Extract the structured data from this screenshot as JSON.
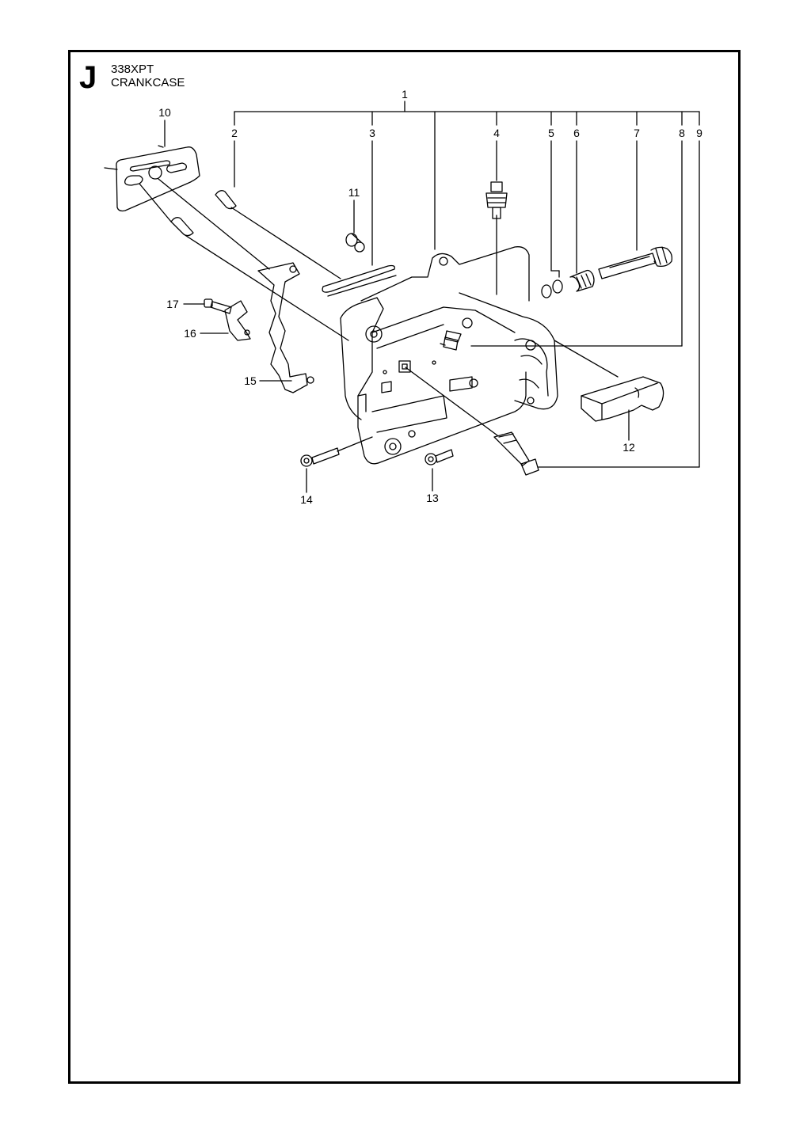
{
  "header": {
    "section_letter": "J",
    "model": "338XPT",
    "title": "CRANKCASE"
  },
  "callouts": [
    {
      "id": "c1",
      "label": "1"
    },
    {
      "id": "c2",
      "label": "2"
    },
    {
      "id": "c3",
      "label": "3"
    },
    {
      "id": "c4",
      "label": "4"
    },
    {
      "id": "c5",
      "label": "5"
    },
    {
      "id": "c6",
      "label": "6"
    },
    {
      "id": "c7",
      "label": "7"
    },
    {
      "id": "c8",
      "label": "8"
    },
    {
      "id": "c9",
      "label": "9"
    },
    {
      "id": "c10",
      "label": "10"
    },
    {
      "id": "c11",
      "label": "11"
    },
    {
      "id": "c12",
      "label": "12"
    },
    {
      "id": "c13",
      "label": "13"
    },
    {
      "id": "c14",
      "label": "14"
    },
    {
      "id": "c15",
      "label": "15"
    },
    {
      "id": "c16",
      "label": "16"
    },
    {
      "id": "c17",
      "label": "17"
    }
  ]
}
